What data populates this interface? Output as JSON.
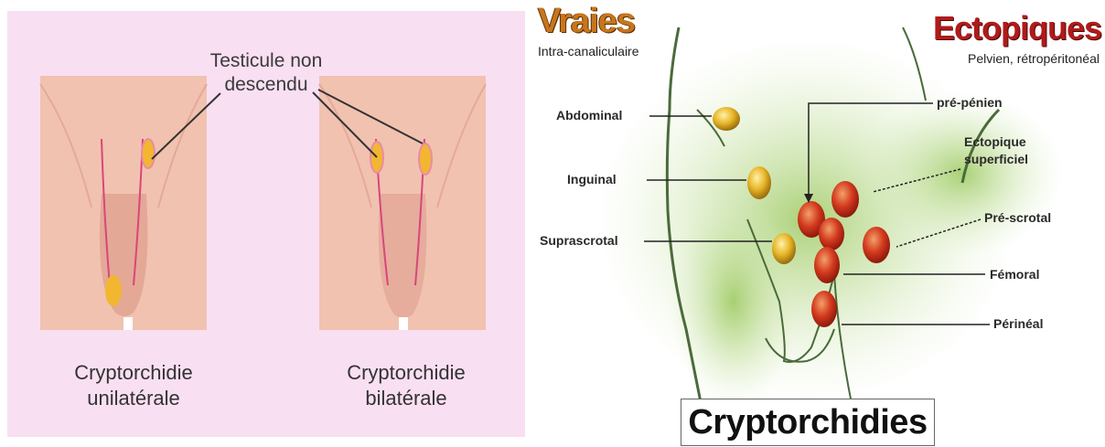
{
  "left_panel": {
    "callout_lines": [
      "Testicule non",
      "descendu"
    ],
    "caption_unilateral": [
      "Cryptorchidie",
      "unilatérale"
    ],
    "caption_bilateral": [
      "Cryptorchidie",
      "bilatérale"
    ],
    "colors": {
      "background": "#f9dff2",
      "skin": "#f1c2b0",
      "skin_shade": "#e2a698",
      "testis": "#f2b631",
      "vessel": "#d9467a"
    }
  },
  "right_panel": {
    "heading_left": "Vraies",
    "subheading_left": "Intra-canaliculaire",
    "heading_right": "Ectopiques",
    "subheading_right": "Pelvien, rétropéritonéal",
    "labels_left": [
      "Abdominal",
      "Inguinal",
      "Suprascrotal"
    ],
    "labels_right": {
      "pre_penien": "pré-pénien",
      "ectopique_superficiel": [
        "Ectopique",
        "superficiel"
      ],
      "pre_scrotal": "Pré-scrotal",
      "femoral": "Fémoral",
      "perineal": "Périnéal"
    },
    "title": "Cryptorchidies",
    "colors": {
      "green_shade": "#8fc257",
      "true_testis": "#e7b527",
      "ectopic_testis": "#d43a1e",
      "heading_left": "#c8751d",
      "heading_right": "#b11a1a"
    }
  }
}
